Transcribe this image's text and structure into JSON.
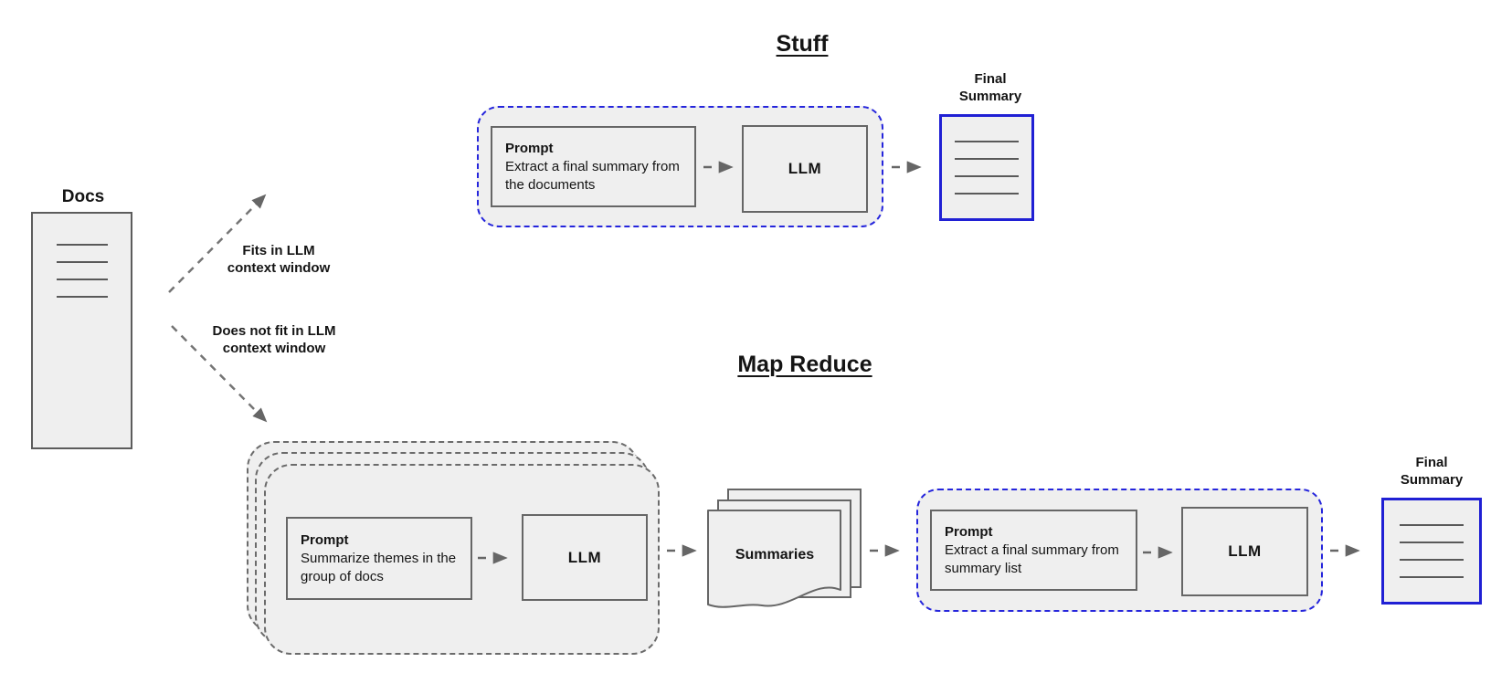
{
  "titles": {
    "stuff": "Stuff",
    "map_reduce": "Map Reduce"
  },
  "docs": {
    "label": "Docs"
  },
  "branch_labels": {
    "fits": "Fits in LLM context window",
    "does_not_fit": "Does not fit in LLM context window"
  },
  "stuff_flow": {
    "prompt": {
      "title": "Prompt",
      "body": "Extract a final summary from the documents"
    },
    "llm": "LLM",
    "final_summary": "Final Summary"
  },
  "map_reduce_flow": {
    "map_prompt": {
      "title": "Prompt",
      "body": "Summarize themes in the group of docs"
    },
    "map_llm": "LLM",
    "summaries": "Summaries",
    "reduce_prompt": {
      "title": "Prompt",
      "body": "Extract a final summary from summary list"
    },
    "reduce_llm": "LLM",
    "final_summary": "Final Summary"
  },
  "colors": {
    "accent_blue": "#2525dc",
    "shape_fill": "#efefef",
    "border_gray": "#666666",
    "doc_line_gray": "#595959"
  }
}
